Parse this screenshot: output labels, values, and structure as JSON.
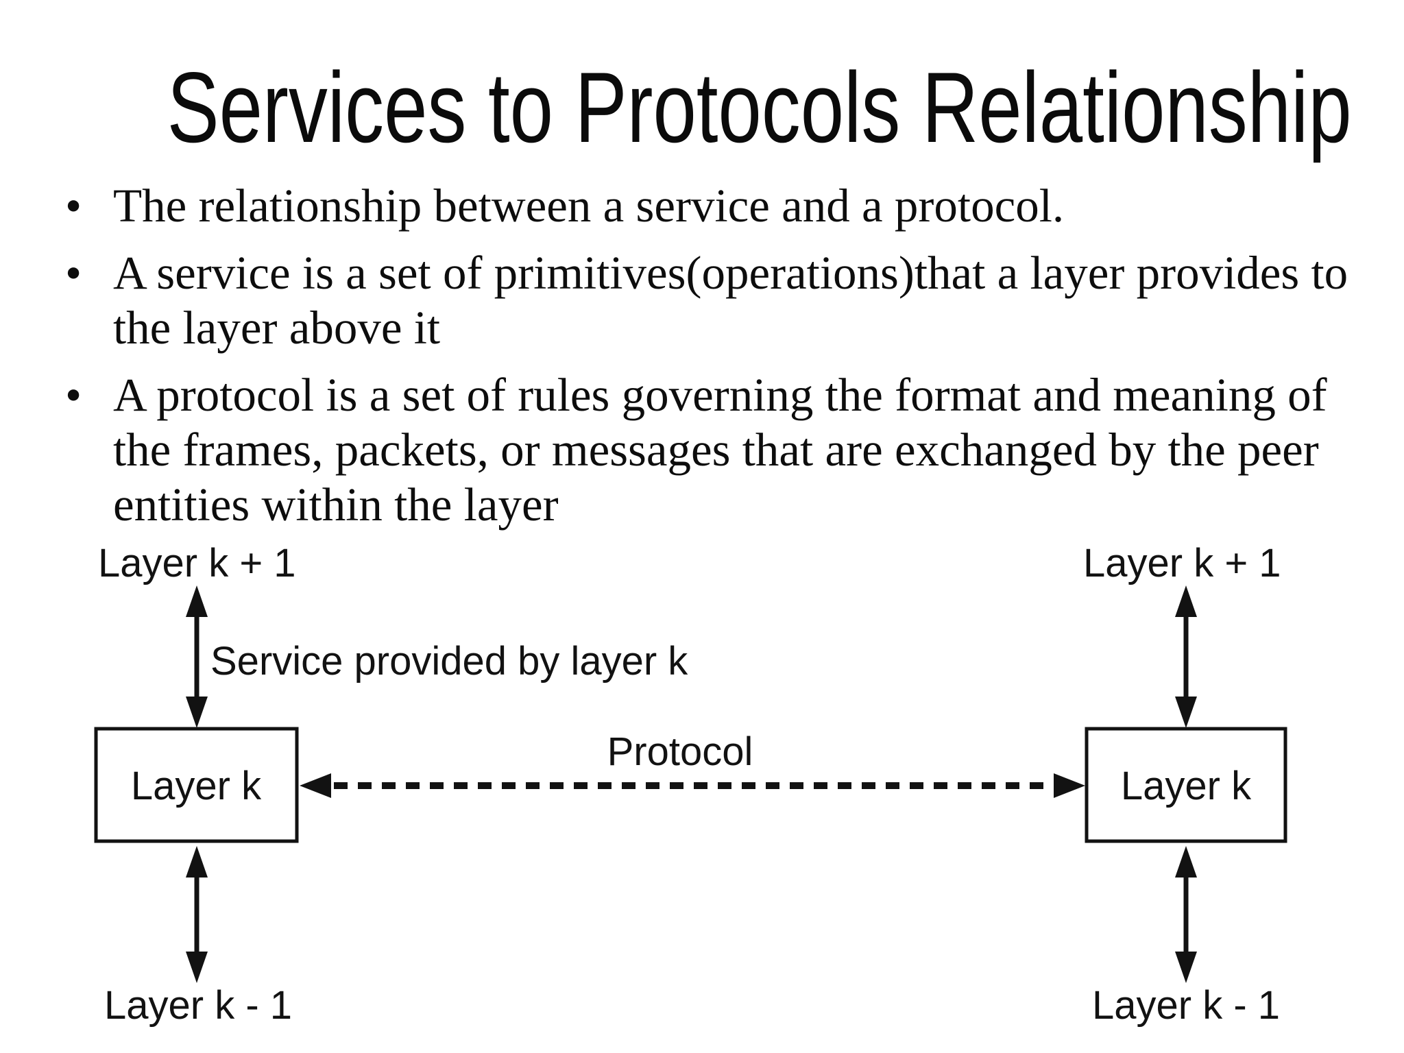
{
  "slide": {
    "title": "Services to Protocols Relationship",
    "bullet_char": "•",
    "bullets": [
      "The relationship between a service and a protocol.",
      "A service is a set of primitives(operations)that a layer provides to the layer above it",
      "A protocol is a set of rules governing the format and meaning of the frames, packets, or messages that are exchanged by the peer entities within the layer"
    ]
  },
  "diagram": {
    "left_column": {
      "layer_above_label": "Layer k + 1",
      "layer_box_label": "Layer k",
      "layer_below_label": "Layer k - 1"
    },
    "right_column": {
      "layer_above_label": "Layer k + 1",
      "layer_box_label": "Layer k",
      "layer_below_label": "Layer k - 1"
    },
    "service_arrow_label": "Service provided by layer k",
    "protocol_arrow_label": "Protocol",
    "colors": {
      "ink": "#121212",
      "background": "#ffffff"
    }
  }
}
